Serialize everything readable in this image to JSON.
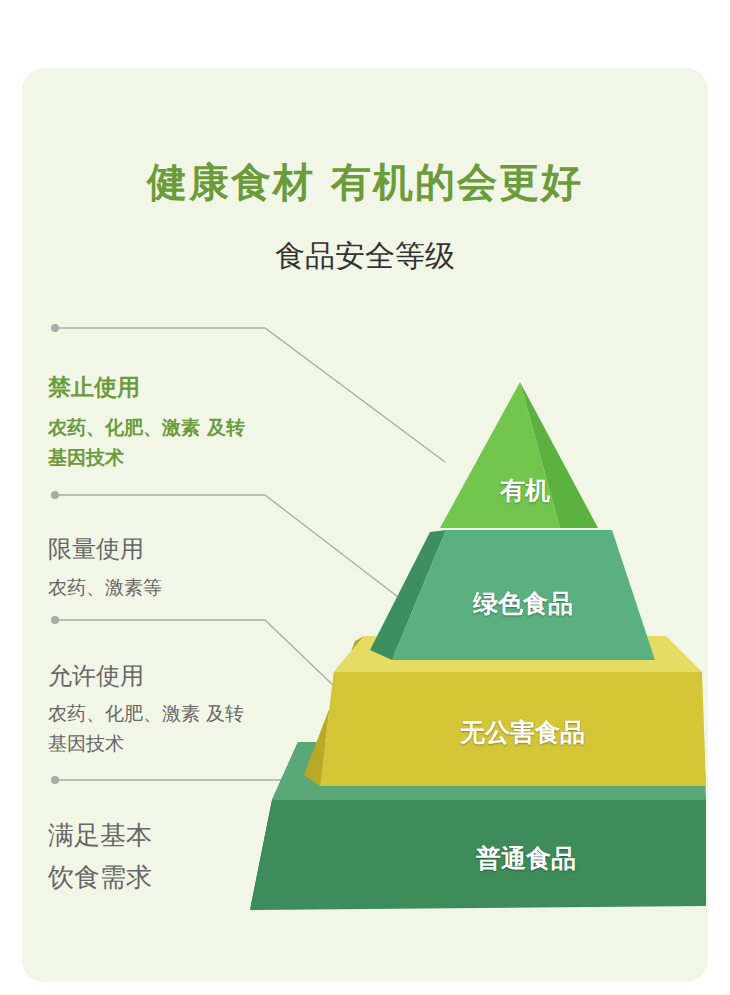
{
  "diagram": {
    "title": "健康食材 有机的会更好",
    "nodes": [
      {
        "text": [
          "有机"
        ]
      },
      {
        "text": [
          "绿色食品"
        ]
      },
      {
        "text": [
          "无公害食品"
        ]
      },
      {
        "text": [
          "普通食品"
        ]
      }
    ],
    "labels": [
      "食品安全等级",
      "禁止使用",
      "农药、化肥、激素 及转基因技术",
      "限量使用",
      "农药、激素等",
      "允许使用",
      "农药、化肥、激素 及转基因技术",
      "满足基本 饮食需求"
    ]
  }
}
